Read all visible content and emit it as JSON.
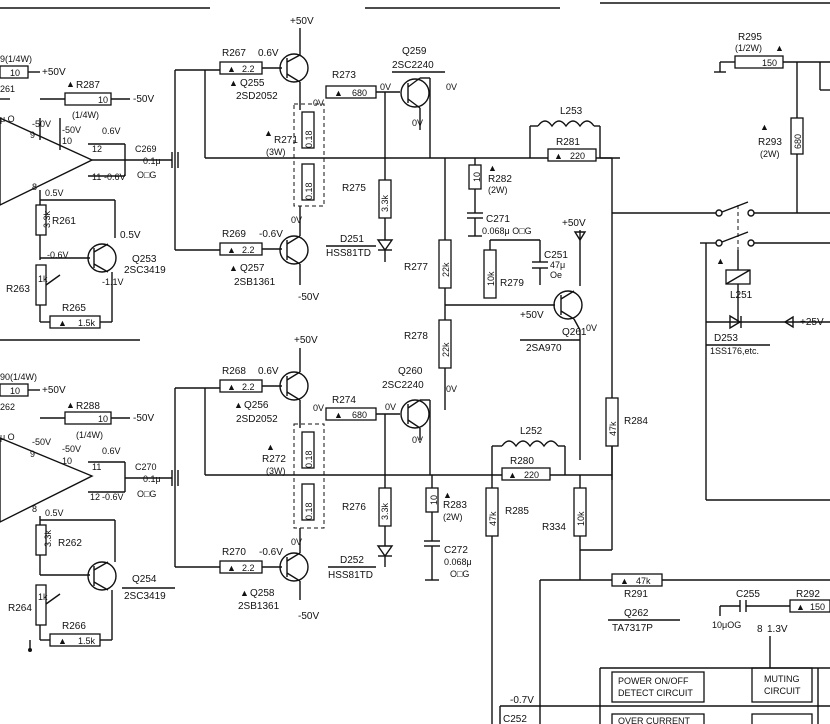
{
  "top_rail": {
    "plus50_a": "+50V",
    "plus50_b": "+50V",
    "plus50_c": "+50V",
    "plus50_d": "+50V",
    "minus50_a": "-50V",
    "minus50_b": "-50V",
    "minus50_c": "-50V",
    "minus50_d": "-50V",
    "plus25": "+25V"
  },
  "left_upper": {
    "r_partial": "9(1/4W)",
    "v10": "10",
    "r287": "R287",
    "r287_val": "10",
    "r287_rate": "(1/4W)",
    "c261": "261",
    "c261_val": "μ O",
    "v_m50": "-50V",
    "v9": "9",
    "v10b": "10",
    "v06": "0.6V",
    "n12": "12",
    "n11": "11",
    "v_m06": "-0.6V",
    "n8": "8",
    "v05": "0.5V",
    "r261": "R261",
    "r261_val": "3.3k",
    "v_m06b": "-0.6V",
    "v05b": "0.5V",
    "q253": "Q253",
    "q253_part": "2SC3419",
    "v_m11": "-1.1V",
    "r263": "R263",
    "r263_val": "1k",
    "r265": "R265",
    "r265_val": "1.5k",
    "c269": "C269",
    "c269_val": "0.1μ",
    "c269_mark": "O□G"
  },
  "upper_stage": {
    "r267": "R267",
    "r267_v": "0.6V",
    "r267_val": "2.2",
    "q255": "Q255",
    "q255_part": "2SD2052",
    "r273": "R273",
    "r273_val": "680",
    "v0a": "0V",
    "v0b": "0V",
    "q259": "Q259",
    "q259_part": "2SC2240",
    "v0c": "0V",
    "v0d": "0V",
    "r271": "R271",
    "r271_rate": "(3W)",
    "r271_val1": "0.18",
    "r271_val2": "0.18",
    "r275": "R275",
    "r275_val": "3.3k",
    "d251": "D251",
    "d251_part": "HSS81TD",
    "r269": "R269",
    "r269_v": "-0.6V",
    "r269_val": "2.2",
    "v0e": "0V",
    "q257": "Q257",
    "q257_part": "2SB1361",
    "l253": "L253",
    "r281": "R281",
    "r281_val": "220",
    "r282": "R282",
    "r282_rate": "(2W)",
    "r282_val": "10",
    "c271": "C271",
    "c271_val": "0.068μ O□G",
    "r277": "R277",
    "r277_val": "22k",
    "r279": "R279",
    "r279_val": "10k",
    "c251": "C251",
    "c251_val": "47μ",
    "c251_mark": "Oe",
    "q261": "Q261",
    "q261_part": "2SA970",
    "v0f": "0V",
    "r278": "R278",
    "r278_val": "22k"
  },
  "right_upper": {
    "r295": "R295",
    "r295_rate": "(1/2W)",
    "r295_val": "150",
    "r293": "R293",
    "r293_rate": "(2W)",
    "r293_val": "680",
    "l251": "L251",
    "d253": "D253",
    "d253_part": "1SS176,etc."
  },
  "left_lower": {
    "r_partial": "90(1/4W)",
    "v10": "10",
    "r288": "R288",
    "r288_val": "10",
    "r288_rate": "(1/4W)",
    "c262": "262",
    "c262_val": "μ O",
    "v_m50": "-50V",
    "v9": "9",
    "v10b": "10",
    "v06": "0.6V",
    "n11": "11",
    "n12": "12",
    "v_m06": "-0.6V",
    "n8": "8",
    "v05": "0.5V",
    "r262": "R262",
    "r262_val": "3.3k",
    "q254": "Q254",
    "q254_part": "2SC3419",
    "r264": "R264",
    "r264_val": "1k",
    "r266": "R266",
    "r266_val": "1.5k",
    "c270": "C270",
    "c270_val": "0.1μ",
    "c270_mark": "O□G"
  },
  "lower_stage": {
    "r268": "R268",
    "r268_v": "0.6V",
    "r268_val": "2.2",
    "q256": "Q256",
    "q256_part": "2SD2052",
    "r274": "R274",
    "r274_val": "680",
    "v0a": "0V",
    "v0b": "0V",
    "q260": "Q260",
    "q260_part": "2SC2240",
    "v0c": "0V",
    "v0d": "0V",
    "r272": "R272",
    "r272_rate": "(3W)",
    "r272_val1": "0.18",
    "r272_val2": "0.18",
    "r276": "R276",
    "r276_val": "3.3k",
    "d252": "D252",
    "d252_part": "HSS81TD",
    "r270": "R270",
    "r270_v": "-0.6V",
    "r270_val": "2.2",
    "v0e": "0V",
    "q258": "Q258",
    "q258_part": "2SB1361",
    "l252": "L252",
    "r280": "R280",
    "r280_val": "220",
    "r283": "R283",
    "r283_rate": "(2W)",
    "r283_val": "10",
    "c272": "C272",
    "c272_val": "0.068μ",
    "c272_mark": "O□G",
    "r285": "R285",
    "r285_val": "47k",
    "r334": "R334",
    "r334_val": "10k",
    "r284": "R284",
    "r284_val": "47k"
  },
  "bottom_right": {
    "r291": "R291",
    "r291_val": "47k",
    "q262": "Q262",
    "q262_part": "TA7317P",
    "c255": "C255",
    "c255_val": "10μOG",
    "r292": "R292",
    "r292_val": "150",
    "n8": "8",
    "v13": "1.3V",
    "v_m07": "-0.7V",
    "c252": "C252",
    "power_box": "POWER ON/OFF DETECT CIRCUIT",
    "power_l1": "POWER ON/OFF",
    "power_l2": "DETECT CIRCUIT",
    "muting_l1": "MUTING",
    "muting_l2": "CIRCUIT",
    "over_current": "OVER CURRENT"
  }
}
